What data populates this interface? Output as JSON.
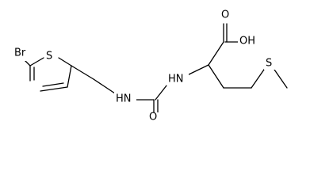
{
  "molecule": {
    "atoms": {
      "br": "Br",
      "s_ring": "S",
      "hn_left": "HN",
      "hn_right": "HN",
      "o_carbonyl": "O",
      "o_acid": "O",
      "oh": "OH",
      "s_chain": "S"
    }
  }
}
